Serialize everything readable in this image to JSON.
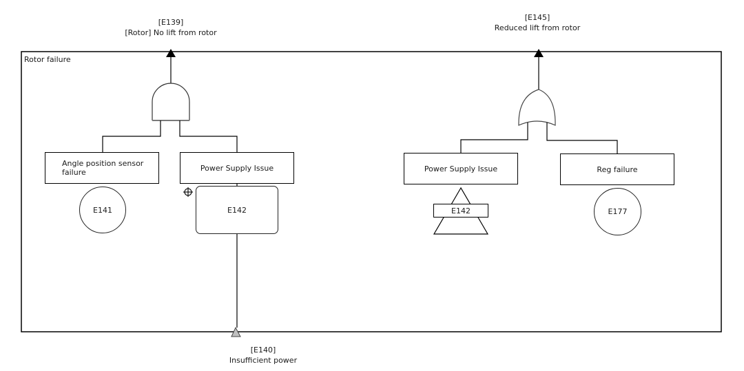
{
  "diagram": {
    "frame_title": "Rotor failure",
    "top_events": [
      {
        "id": "[E139]",
        "name": "[Rotor] No lift from rotor",
        "gate": "and"
      },
      {
        "id": "[E145]",
        "name": "Reduced lift from rotor",
        "gate": "or"
      }
    ],
    "bottom_event": {
      "id": "[E140]",
      "name": "Insufficient power"
    },
    "and_branch": {
      "children": [
        {
          "label": "Angle position sensor failure",
          "line1": "Angle position sensor",
          "line2": "failure",
          "ref": "E141",
          "ref_type": "basic-event"
        },
        {
          "label": "Power Supply Issue",
          "ref": "E142",
          "ref_type": "intermediate-event"
        }
      ]
    },
    "or_branch": {
      "children": [
        {
          "label": "Power Supply Issue",
          "ref": "E142",
          "ref_type": "transfer"
        },
        {
          "label": "Reg failure",
          "ref": "E177",
          "ref_type": "basic-event"
        }
      ]
    },
    "colors": {
      "line": "#000000",
      "gate_bottom": "#7a7a7a",
      "bottom_arrow": "#c0c0c0"
    }
  }
}
